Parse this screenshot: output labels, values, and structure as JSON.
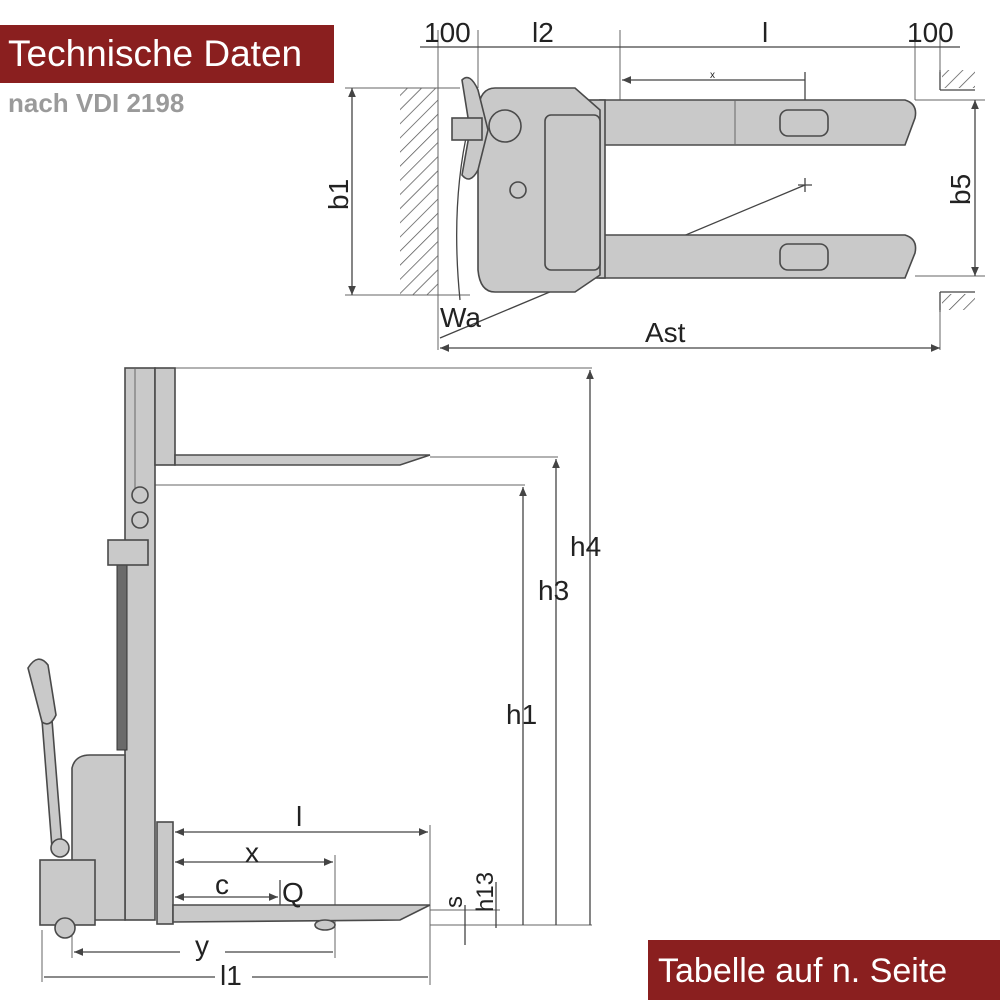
{
  "header": {
    "title": "Technische Daten",
    "subtitle": "nach VDI 2198"
  },
  "footer": {
    "table_link": "Tabelle auf n. Seite"
  },
  "top_view": {
    "labels": {
      "clearance_left": "100",
      "l2": "l2",
      "l": "l",
      "clearance_right": "100",
      "x": "x",
      "b1": "b1",
      "b5": "b5",
      "wa": "Wa",
      "ast": "Ast"
    }
  },
  "side_view": {
    "labels": {
      "h4": "h4",
      "h3": "h3",
      "h1": "h1",
      "l": "l",
      "x": "x",
      "c": "c",
      "q": "Q",
      "s": "s",
      "h13": "h13",
      "y": "y",
      "l1": "l1"
    }
  },
  "colors": {
    "banner": "#8a1f1f",
    "subtitle": "#9a9a9a",
    "part_fill": "#c9c9c9"
  }
}
